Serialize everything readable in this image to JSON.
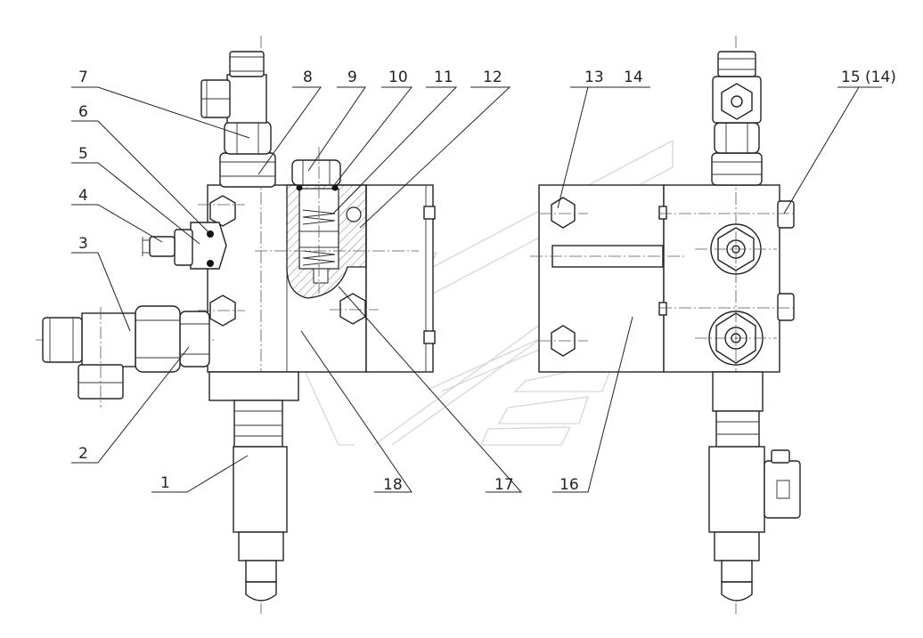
{
  "part_labels": {
    "p1": "1",
    "p2": "2",
    "p3": "3",
    "p4": "4",
    "p5": "5",
    "p6": "6",
    "p7": "7",
    "p8": "8",
    "p9": "9",
    "p10": "10",
    "p11": "11",
    "p12": "12",
    "p13": "13",
    "p14": "14",
    "p15": "15 (14)",
    "p16": "16",
    "p17": "17",
    "p18": "18"
  }
}
